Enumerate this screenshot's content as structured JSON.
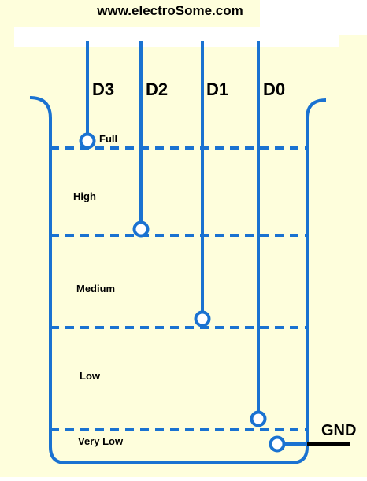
{
  "header": {
    "site": "www.electroSome.com"
  },
  "probes": {
    "d3": "D3",
    "d2": "D2",
    "d1": "D1",
    "d0": "D0"
  },
  "levels": {
    "full": "Full",
    "high": "High",
    "medium": "Medium",
    "low": "Low",
    "very_low": "Very Low"
  },
  "ground": {
    "label": "GND"
  },
  "colors": {
    "water": "#fefedc",
    "line": "#1a72d1",
    "wire": "#000000"
  }
}
